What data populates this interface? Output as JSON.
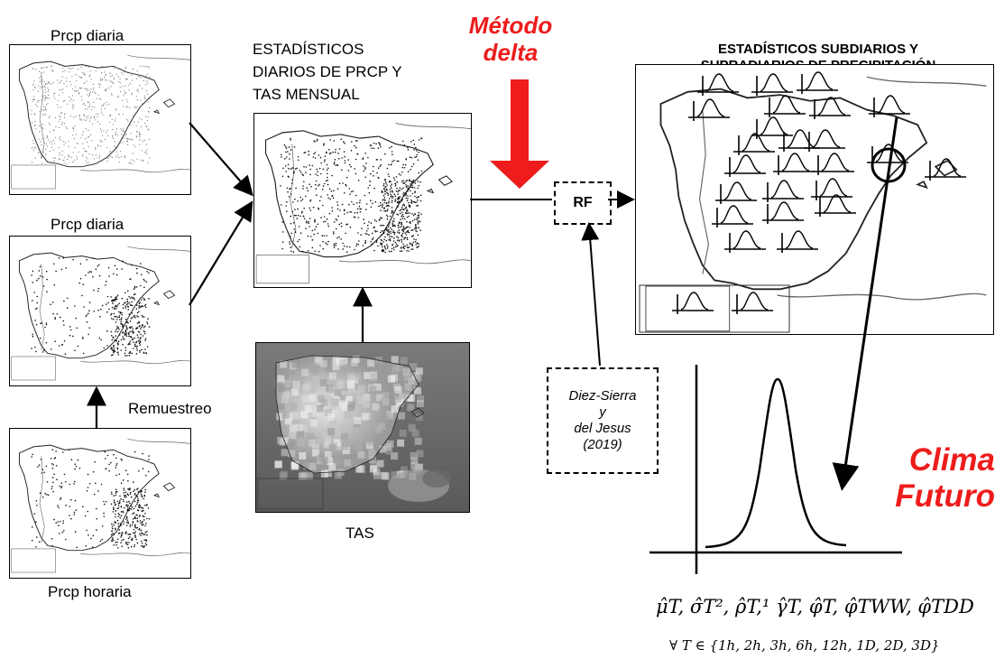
{
  "labels": {
    "prcp_daily_1": "Prcp diaria",
    "prcp_daily_2": "Prcp diaria",
    "prcp_hourly": "Prcp horaria",
    "resampling": "Remuestreo",
    "stats_line1": "ESTADÍSTICOS",
    "stats_line2": "DIARIOS DE PRCP Y",
    "stats_line3": "TAS MENSUAL",
    "tas": "TAS",
    "method_line1": "Método",
    "method_line2": "delta",
    "rf": "RF",
    "ref_line1": "Diez-Sierra",
    "ref_line2": "y",
    "ref_line3": "del Jesus",
    "ref_line4": "(2019)",
    "sub_title_line1": "ESTADÍSTICOS SUBDIARIOS Y",
    "sub_title_line2": "SUPRADIARIOS DE PRECIPITACIÓN",
    "future_line1": "Clima",
    "future_line2": "Futuro",
    "formula_stats": "μ̂T, σ̂T², ρ̂T,¹ γ̂T, φ̂T, φ̂TWW, φ̂TDD",
    "formula_periods": "∀ T ∈ {1h, 2h, 3h, 6h, 12h, 1D, 2D, 3D}"
  },
  "colors": {
    "accent_red": "#ee1c1c",
    "line": "#000000"
  }
}
